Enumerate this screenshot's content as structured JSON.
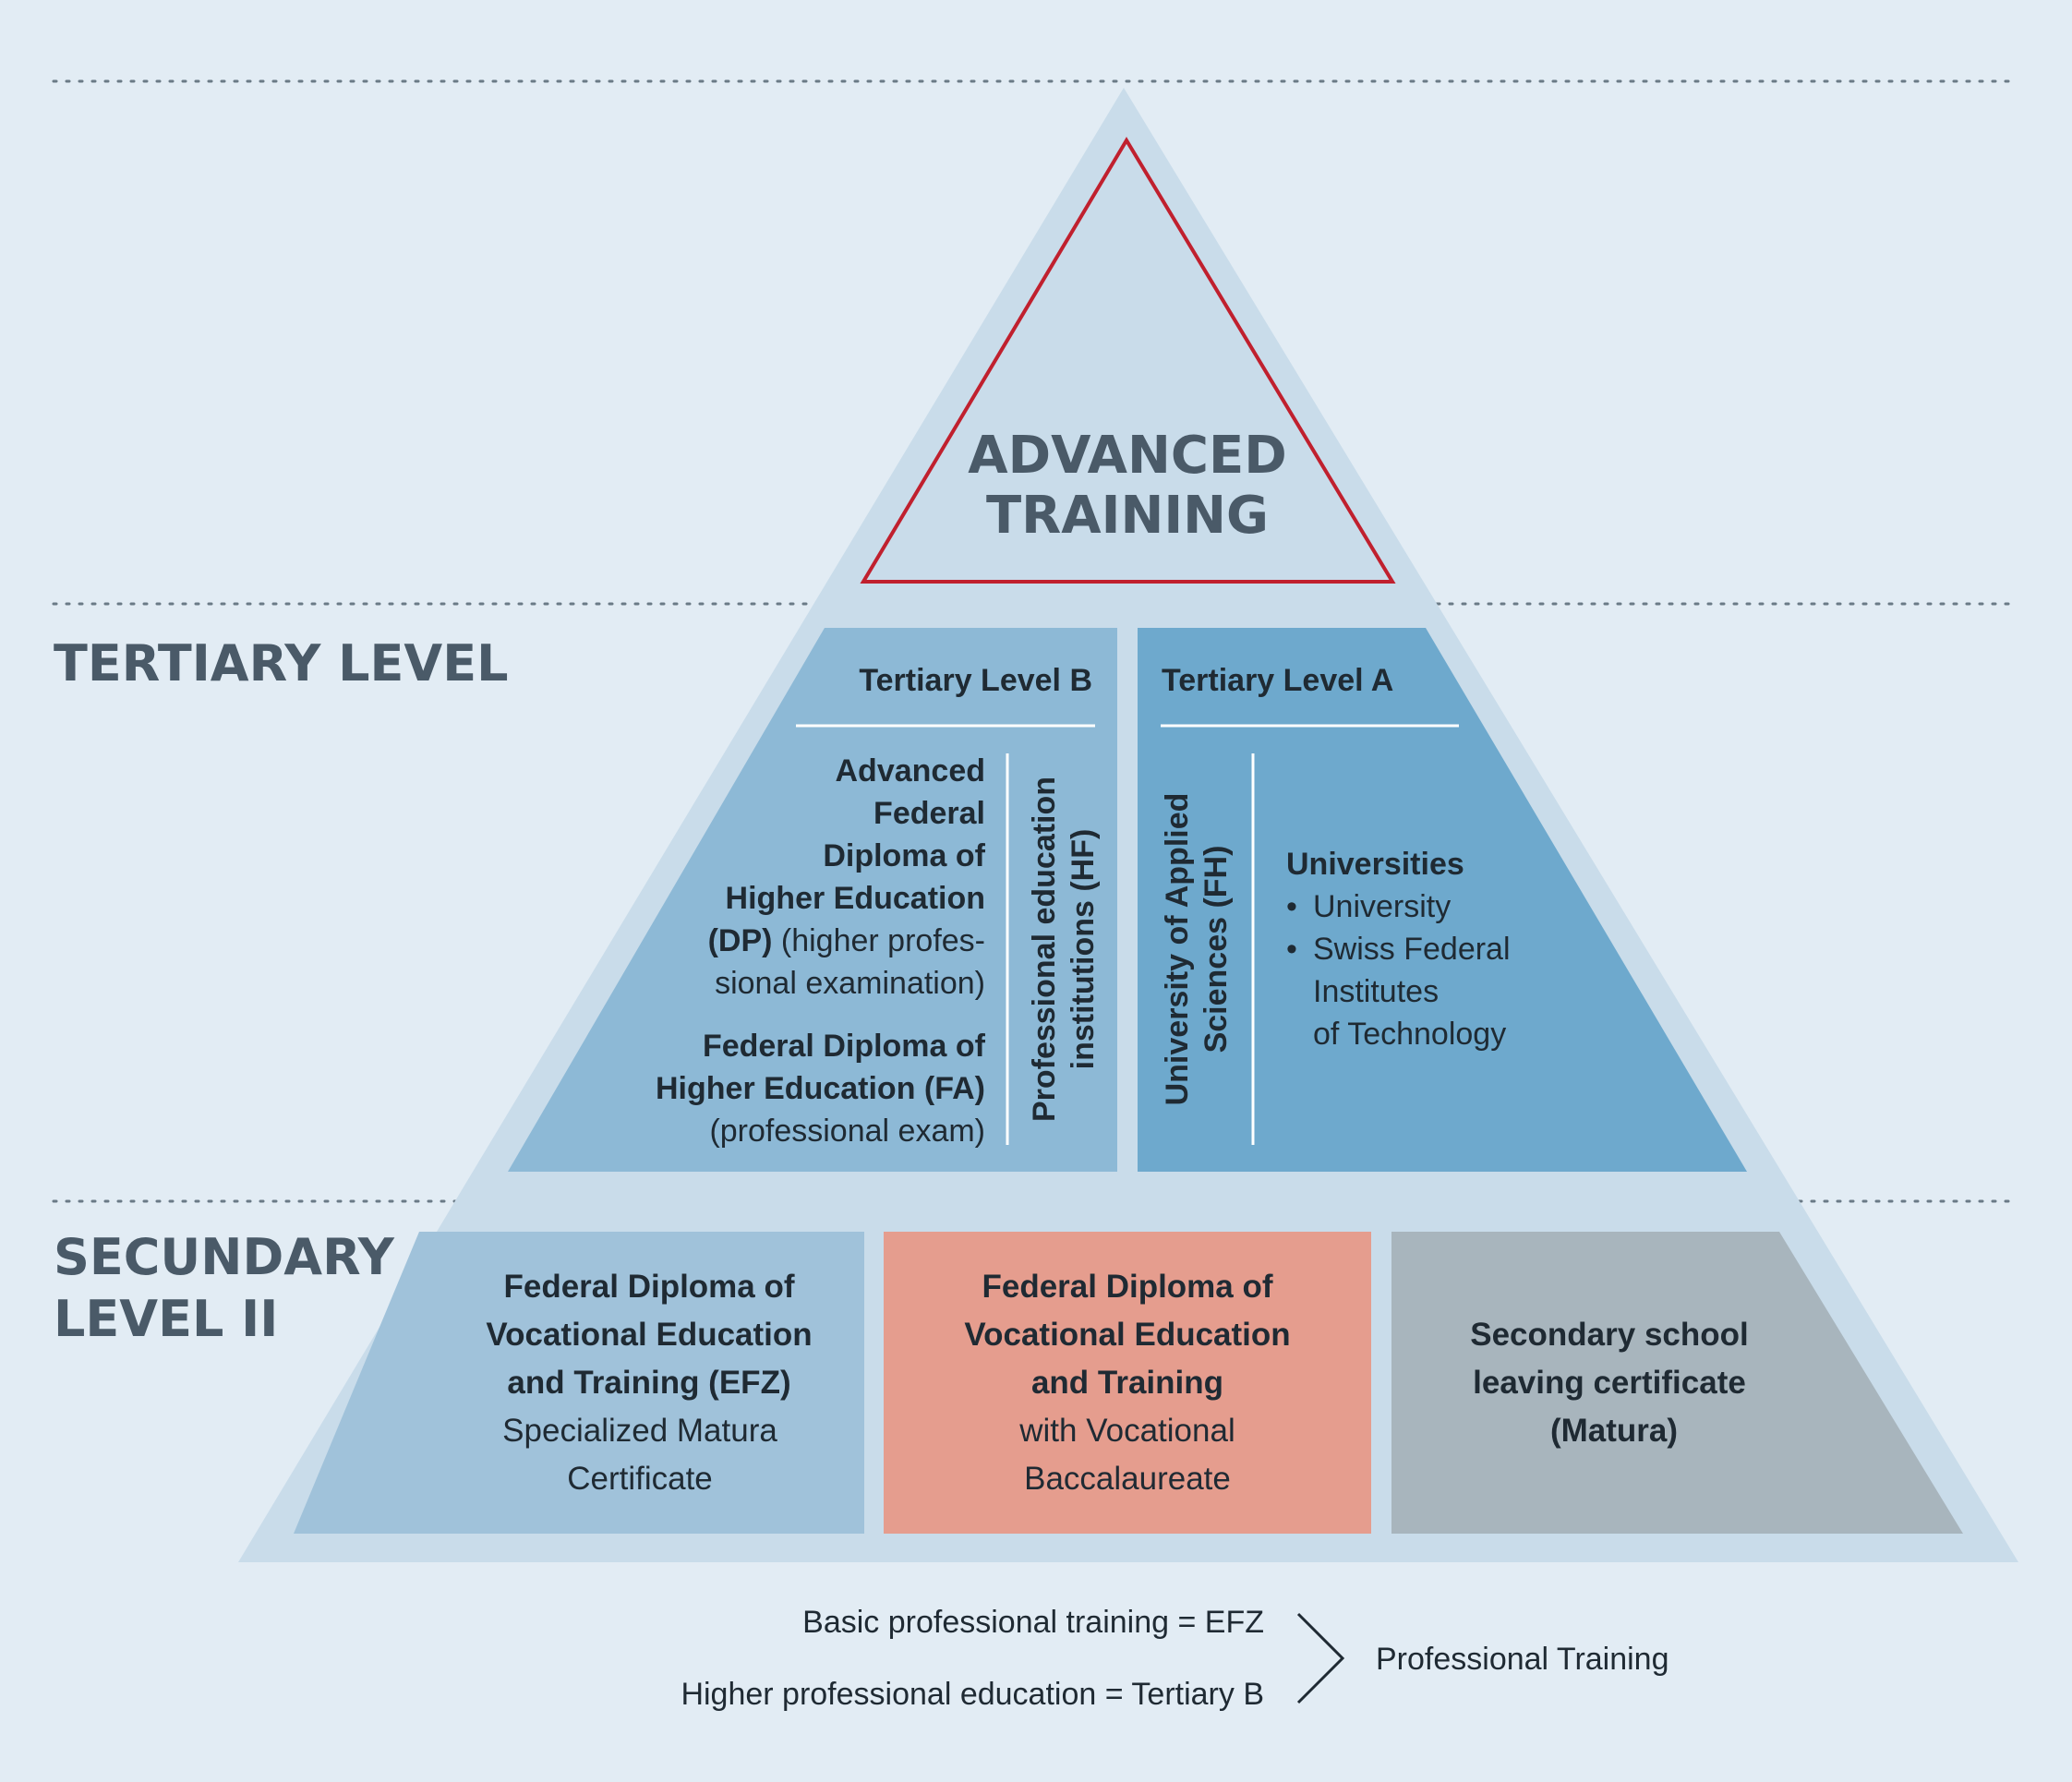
{
  "colors": {
    "background": "#e2ecf4",
    "pyramid_outer": "#c9dcea",
    "apex_outline": "#c0202e",
    "tertiary_b_fill": "#8db9d6",
    "tertiary_a_fill": "#6ea9cd",
    "efz_fill": "#a0c2da",
    "vocational_bacc_fill": "#e59d8e",
    "matura_fill": "#a8b5bd",
    "level_text": "#4a5a68",
    "body_text": "#1f2a33"
  },
  "levels": {
    "tertiary": "TERTIARY LEVEL",
    "secondary_line1": "SECUNDARY",
    "secondary_line2": "LEVEL II"
  },
  "apex": {
    "line1": "ADVANCED",
    "line2": "TRAINING"
  },
  "tertiary_b": {
    "header": "Tertiary Level B",
    "dp_lines": [
      "Advanced",
      "Federal",
      "Diploma of",
      "Higher Education"
    ],
    "dp_abbr": "(DP)",
    "dp_note_1": " (higher profes-",
    "dp_note_2": "sional examination)",
    "fa_lines": [
      "Federal Diploma of",
      "Higher Education (FA)"
    ],
    "fa_note": "(professional exam)",
    "vertical_line1": "Professional education",
    "vertical_line2": "institutions (HF)"
  },
  "tertiary_a": {
    "header": "Tertiary Level A",
    "vertical_line1": "University of Applied",
    "vertical_line2": "Sciences (FH)",
    "universities_title": "Universities",
    "bullet_1": "University",
    "bullet_2_lines": [
      "Swiss Federal",
      "Institutes",
      "of Technology"
    ],
    "bullet_mark": "•"
  },
  "secondary": {
    "efz": {
      "bold_lines": [
        "Federal Diploma of",
        "Vocational Education",
        "and Training (EFZ)"
      ],
      "regular_lines": [
        "Specialized Matura",
        "Certificate"
      ]
    },
    "bacc": {
      "bold_lines": [
        "Federal Diploma of",
        "Vocational Education",
        "and Training"
      ],
      "regular_lines": [
        "with Vocational",
        "Baccalaureate"
      ]
    },
    "matura": {
      "bold_lines": [
        "Secondary school",
        "leaving certificate",
        "(Matura)"
      ]
    }
  },
  "legend": {
    "line1": "Basic professional training = EFZ",
    "line2": "Higher professional education = Tertiary B",
    "result": "Professional Training"
  }
}
